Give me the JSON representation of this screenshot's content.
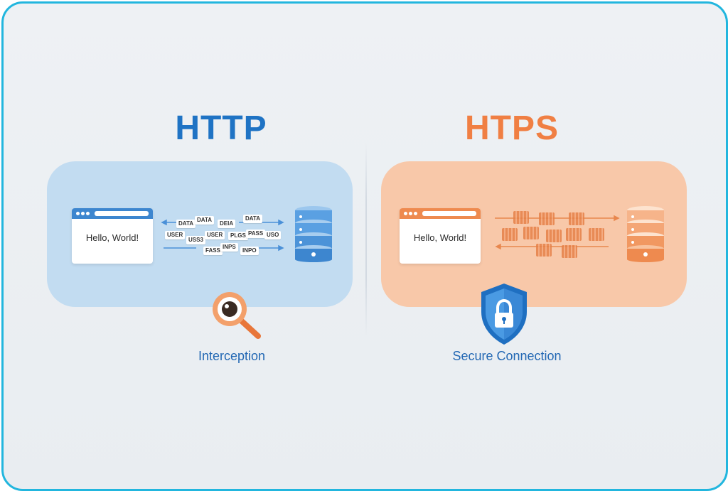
{
  "left": {
    "title": "HTTP",
    "browser_text": "Hello, World!",
    "caption": "Interception",
    "packets": [
      "DATA",
      "DATA",
      "DEIA",
      "DATA",
      "USER",
      "USS3",
      "USER",
      "PLGS",
      "PASS",
      "USO",
      "FASS",
      "INPS",
      "INPO"
    ],
    "accent": "#1f73c4",
    "panel_color": "#c2dcf1",
    "icon": "magnifier-icon"
  },
  "right": {
    "title": "HTPS",
    "browser_text": "Hello, World!",
    "caption": "Secure Connection",
    "accent": "#f07f43",
    "panel_color": "#f8c8a9",
    "icon": "shield-lock-icon"
  },
  "colors": {
    "frame_border": "#22b6de",
    "caption_text": "#2368b4"
  }
}
